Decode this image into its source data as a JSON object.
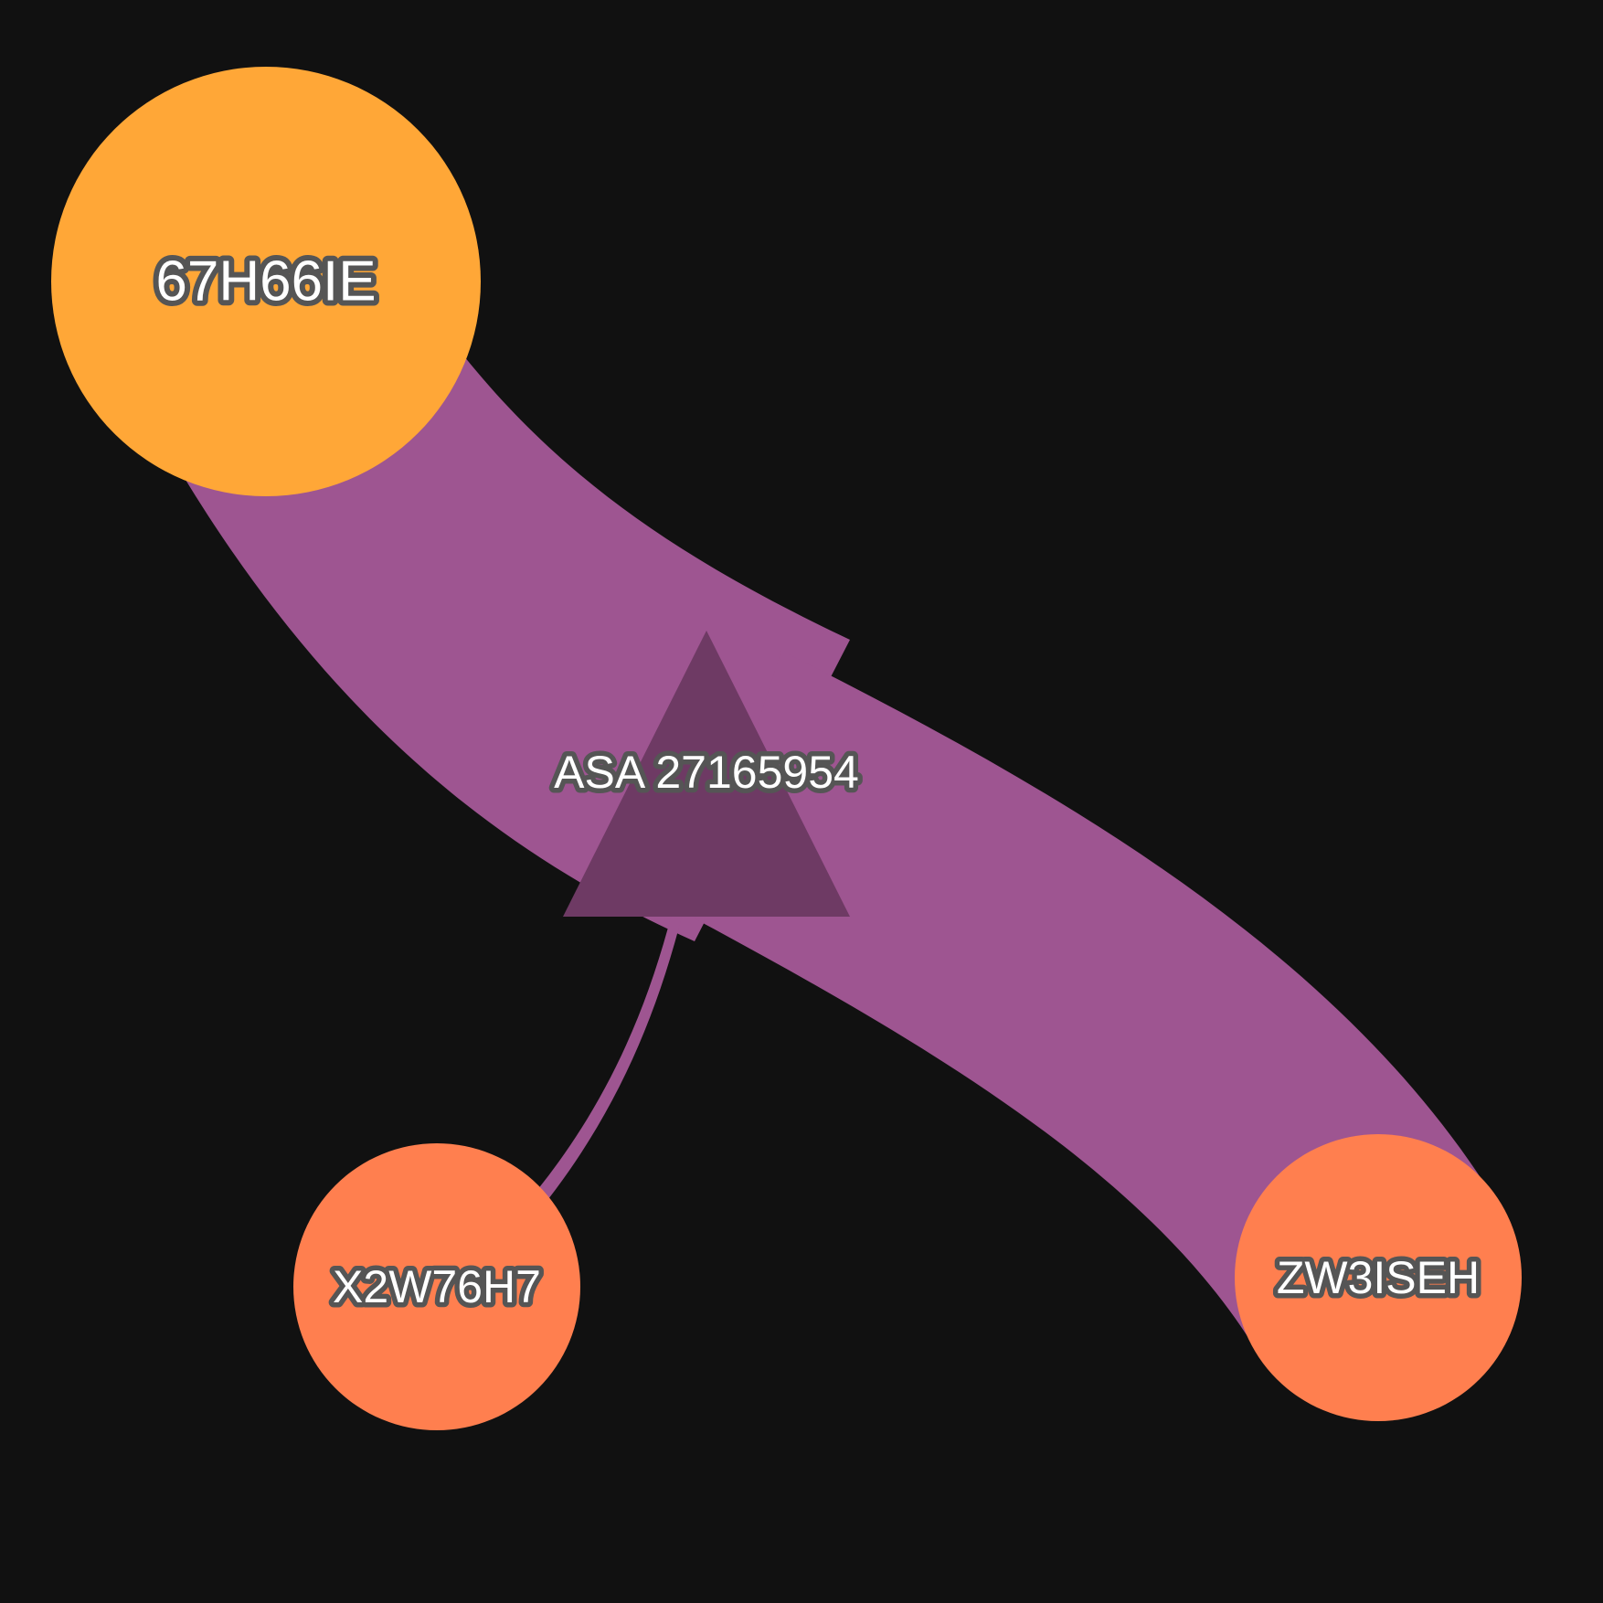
{
  "background": "#111111",
  "diagram": {
    "nodes": [
      {
        "id": "67H66IE",
        "label": "67H66IE",
        "shape": "circle",
        "color": "#FFA737"
      },
      {
        "id": "ZW3ISEH",
        "label": "ZW3ISEH",
        "shape": "circle",
        "color": "#FF7F4F"
      },
      {
        "id": "X2W76H7",
        "label": "X2W76H7",
        "shape": "circle",
        "color": "#FF7F4F"
      },
      {
        "id": "ASA27165954",
        "label": "ASA 27165954",
        "shape": "triangle",
        "color": "#6E3A64"
      }
    ],
    "links": [
      {
        "source": "67H66IE",
        "target": "ASA27165954",
        "color": "#9E5591"
      },
      {
        "source": "ASA27165954",
        "target": "ZW3ISEH",
        "color": "#9E5591"
      },
      {
        "source": "X2W76H7",
        "target": "ASA27165954",
        "color": "#9E5591"
      }
    ]
  }
}
